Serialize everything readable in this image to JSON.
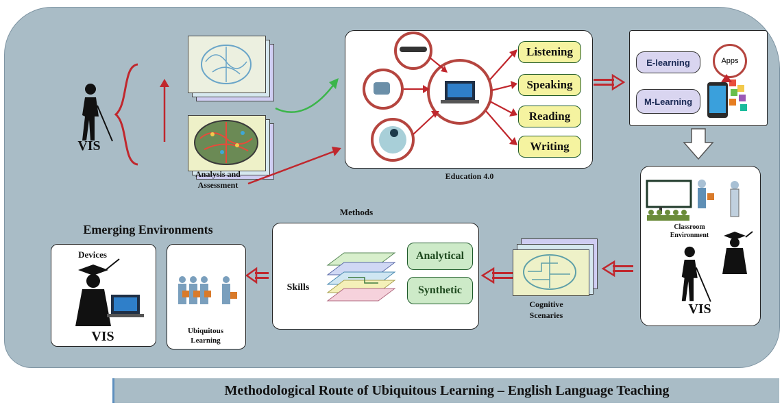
{
  "input": {
    "subject": "VIS",
    "analysis_label": "Analysis and Assessment"
  },
  "education": {
    "title": "Education 4.0",
    "skills": [
      "Listening",
      "Speaking",
      "Reading",
      "Writing"
    ]
  },
  "learning_modes": {
    "items": [
      "E-learning",
      "M-Learning"
    ],
    "apps_label": "Apps"
  },
  "classroom": {
    "label": "Classroom Environment",
    "subject": "VIS"
  },
  "cognitive": {
    "label": "Cognitive Scenaries"
  },
  "methods": {
    "title": "Methods",
    "skills_label": "Skills",
    "items": [
      "Analytical",
      "Synthetic"
    ]
  },
  "emerging": {
    "title": "Emerging Environments",
    "devices_label": "Devices",
    "subject": "VIS",
    "ubiquitous_label": "Ubiquitous Learning"
  },
  "footer": {
    "title": "Methodological Route of Ubiquitous Learning – English Language Teaching"
  },
  "colors": {
    "panel": "#a9bcc6",
    "arrow_red": "#c0272d",
    "arrow_green": "#3bb54a",
    "skill_fill": "#f5f3a0",
    "method_fill": "#cdeac8",
    "mode_fill": "#d9d5f0"
  }
}
